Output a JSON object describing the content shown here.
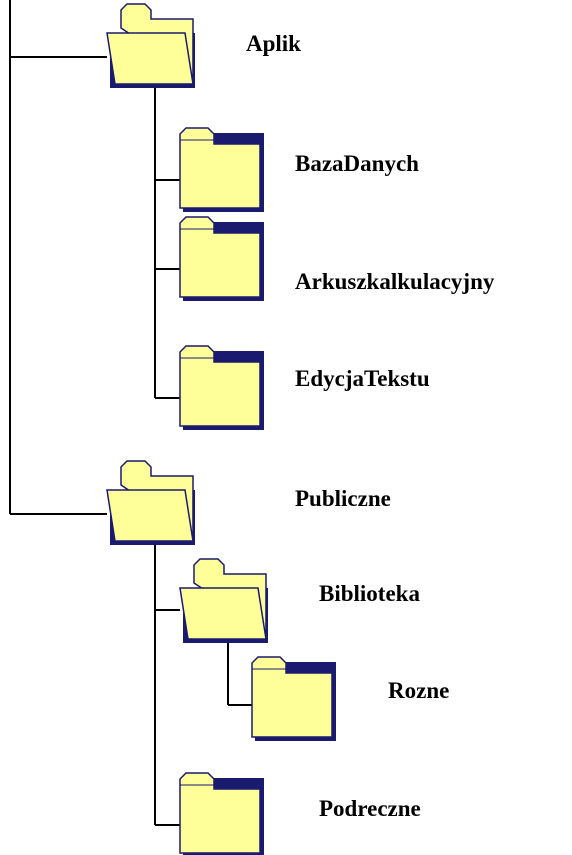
{
  "colors": {
    "folder_fill": "#ffff99",
    "folder_outline": "#1a1a6e",
    "connector": "#000000",
    "label": "#000000",
    "background": "#ffffff"
  },
  "tree": {
    "nodes": [
      {
        "id": "aplik",
        "label": "Aplik",
        "icon": "open-folder-icon"
      },
      {
        "id": "bazadanych",
        "label": "BazaDanych",
        "icon": "closed-folder-icon"
      },
      {
        "id": "arkusz",
        "label": "Arkuszkalkulacyjny",
        "icon": "closed-folder-icon"
      },
      {
        "id": "edycja",
        "label": "EdycjaTekstu",
        "icon": "closed-folder-icon"
      },
      {
        "id": "publiczne",
        "label": "Publiczne",
        "icon": "open-folder-icon"
      },
      {
        "id": "biblioteka",
        "label": "Biblioteka",
        "icon": "open-folder-icon"
      },
      {
        "id": "rozne",
        "label": "Rozne",
        "icon": "closed-folder-icon"
      },
      {
        "id": "podreczne",
        "label": "Podreczne",
        "icon": "closed-folder-icon"
      }
    ]
  }
}
